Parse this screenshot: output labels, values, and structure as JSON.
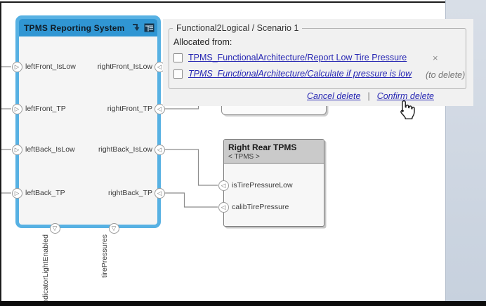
{
  "diagram": {
    "main_block": {
      "title": "TPMS Reporting System",
      "left_ports": [
        "leftFront_IsLow",
        "leftFront_TP",
        "leftBack_IsLow",
        "leftBack_TP"
      ],
      "right_ports": [
        "rightFront_IsLow",
        "rightFront_TP",
        "rightBack_IsLow",
        "rightBack_TP"
      ],
      "bottom_ports": [
        "indicatorLightEnabled",
        "tirePressures"
      ],
      "port_glyph_in": "▷",
      "port_glyph_out": "◁",
      "port_glyph_down": "▽"
    },
    "right_block": {
      "title": "Right Rear TPMS",
      "stereotype": "< TPMS >",
      "ports": [
        "isTirePressureLow",
        "calibTirePressure"
      ]
    }
  },
  "popup": {
    "title": "Functional2Logical / Scenario 1",
    "allocated_label": "Allocated from:",
    "rows": [
      {
        "link": "TPMS_FunctionalArchitecture/Report Low Tire Pressure",
        "suffix": ""
      },
      {
        "link": "TPMS_FunctionalArchitecture/Calculate if pressure is low",
        "suffix": "(to delete)"
      }
    ],
    "remove_icon": "×",
    "cancel_label": "Cancel delete",
    "separator": "|",
    "confirm_label": "Confirm delete"
  },
  "colors": {
    "selection_blue_border": "#57b1e3",
    "selection_blue_header": "#3096d3",
    "link_blue": "#2727b3",
    "block_gray_header": "#cacaca",
    "canvas": "#ffffff",
    "scroll_strip": "#ccd5e1"
  }
}
